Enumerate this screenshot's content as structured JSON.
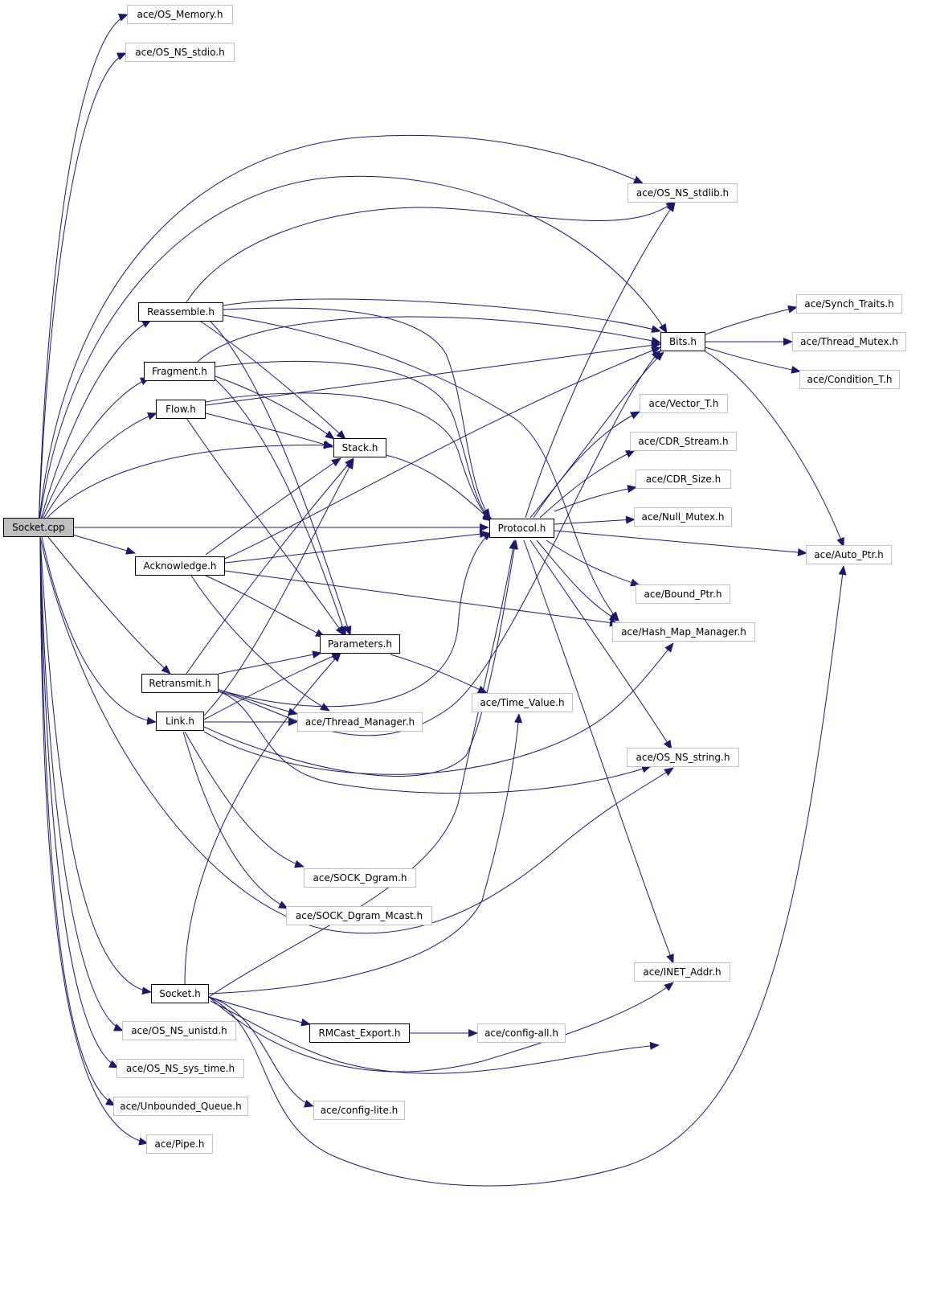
{
  "colors": {
    "edge": "#191970",
    "root_fill": "#bfbfbf",
    "internal_border": "#000000",
    "external_border": "#bfbfbf"
  },
  "nodes": {
    "socket_cpp": "Socket.cpp",
    "os_memory": "ace/OS_Memory.h",
    "os_ns_stdio": "ace/OS_NS_stdio.h",
    "os_ns_stdlib": "ace/OS_NS_stdlib.h",
    "reassemble": "Reassemble.h",
    "fragment": "Fragment.h",
    "flow": "Flow.h",
    "stack": "Stack.h",
    "protocol": "Protocol.h",
    "acknowledge": "Acknowledge.h",
    "parameters": "Parameters.h",
    "retransmit": "Retransmit.h",
    "link": "Link.h",
    "thread_manager": "ace/Thread_Manager.h",
    "time_value": "ace/Time_Value.h",
    "bits": "Bits.h",
    "synch_traits": "ace/Synch_Traits.h",
    "thread_mutex": "ace/Thread_Mutex.h",
    "condition_t": "ace/Condition_T.h",
    "vector_t": "ace/Vector_T.h",
    "cdr_stream": "ace/CDR_Stream.h",
    "cdr_size": "ace/CDR_Size.h",
    "null_mutex": "ace/Null_Mutex.h",
    "auto_ptr": "ace/Auto_Ptr.h",
    "bound_ptr": "ace/Bound_Ptr.h",
    "hash_map_manager": "ace/Hash_Map_Manager.h",
    "os_ns_string": "ace/OS_NS_string.h",
    "sock_dgram": "ace/SOCK_Dgram.h",
    "sock_dgram_mcast": "ace/SOCK_Dgram_Mcast.h",
    "inet_addr": "ace/INET_Addr.h",
    "socket_h": "Socket.h",
    "rmcast_export": "RMCast_Export.h",
    "config_all": "ace/config-all.h",
    "config_lite": "ace/config-lite.h",
    "os_ns_unistd": "ace/OS_NS_unistd.h",
    "os_ns_sys_time": "ace/OS_NS_sys_time.h",
    "unbounded_queue": "ace/Unbounded_Queue.h",
    "pipe": "ace/Pipe.h"
  }
}
